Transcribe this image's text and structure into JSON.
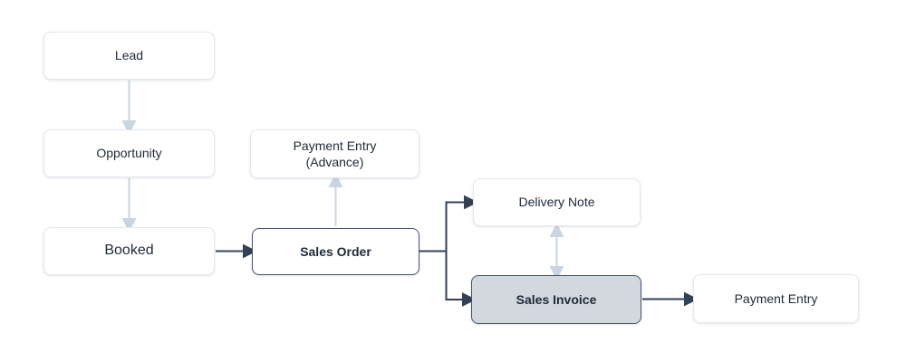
{
  "diagram": {
    "type": "flowchart",
    "nodes": {
      "lead": {
        "label": "Lead",
        "emphasis": "muted"
      },
      "opportunity": {
        "label": "Opportunity",
        "emphasis": "muted"
      },
      "booked": {
        "label": "Booked",
        "emphasis": "muted"
      },
      "payment_entry_advance": {
        "line1": "Payment Entry",
        "line2": "(Advance)",
        "emphasis": "muted"
      },
      "sales_order": {
        "label": "Sales Order",
        "emphasis": "strong-outline"
      },
      "delivery_note": {
        "label": "Delivery Note",
        "emphasis": "muted"
      },
      "sales_invoice": {
        "label": "Sales Invoice",
        "emphasis": "strong-filled"
      },
      "payment_entry": {
        "label": "Payment Entry",
        "emphasis": "muted"
      }
    },
    "connections": [
      {
        "from": "lead",
        "to": "opportunity",
        "style": "muted",
        "bidirectional": false
      },
      {
        "from": "opportunity",
        "to": "booked",
        "style": "muted",
        "bidirectional": false
      },
      {
        "from": "booked",
        "to": "sales_order",
        "style": "strong",
        "bidirectional": false
      },
      {
        "from": "sales_order",
        "to": "payment_entry_advance",
        "style": "muted",
        "bidirectional": false
      },
      {
        "from": "sales_order",
        "to": "delivery_note",
        "style": "strong",
        "bidirectional": false
      },
      {
        "from": "sales_order",
        "to": "sales_invoice",
        "style": "strong",
        "bidirectional": false
      },
      {
        "from": "delivery_note",
        "to": "sales_invoice",
        "style": "muted",
        "bidirectional": true
      },
      {
        "from": "sales_invoice",
        "to": "payment_entry",
        "style": "strong",
        "bidirectional": false
      }
    ],
    "colors": {
      "background": "#ffffff",
      "node_fill": "#ffffff",
      "node_fill_highlighted": "#d2d8de",
      "node_border_light": "#e2e8f0",
      "node_border_strong": "#475569",
      "connector_muted": "#cbd5e1",
      "connector_strong": "#334155",
      "text": "#1f2937"
    }
  }
}
